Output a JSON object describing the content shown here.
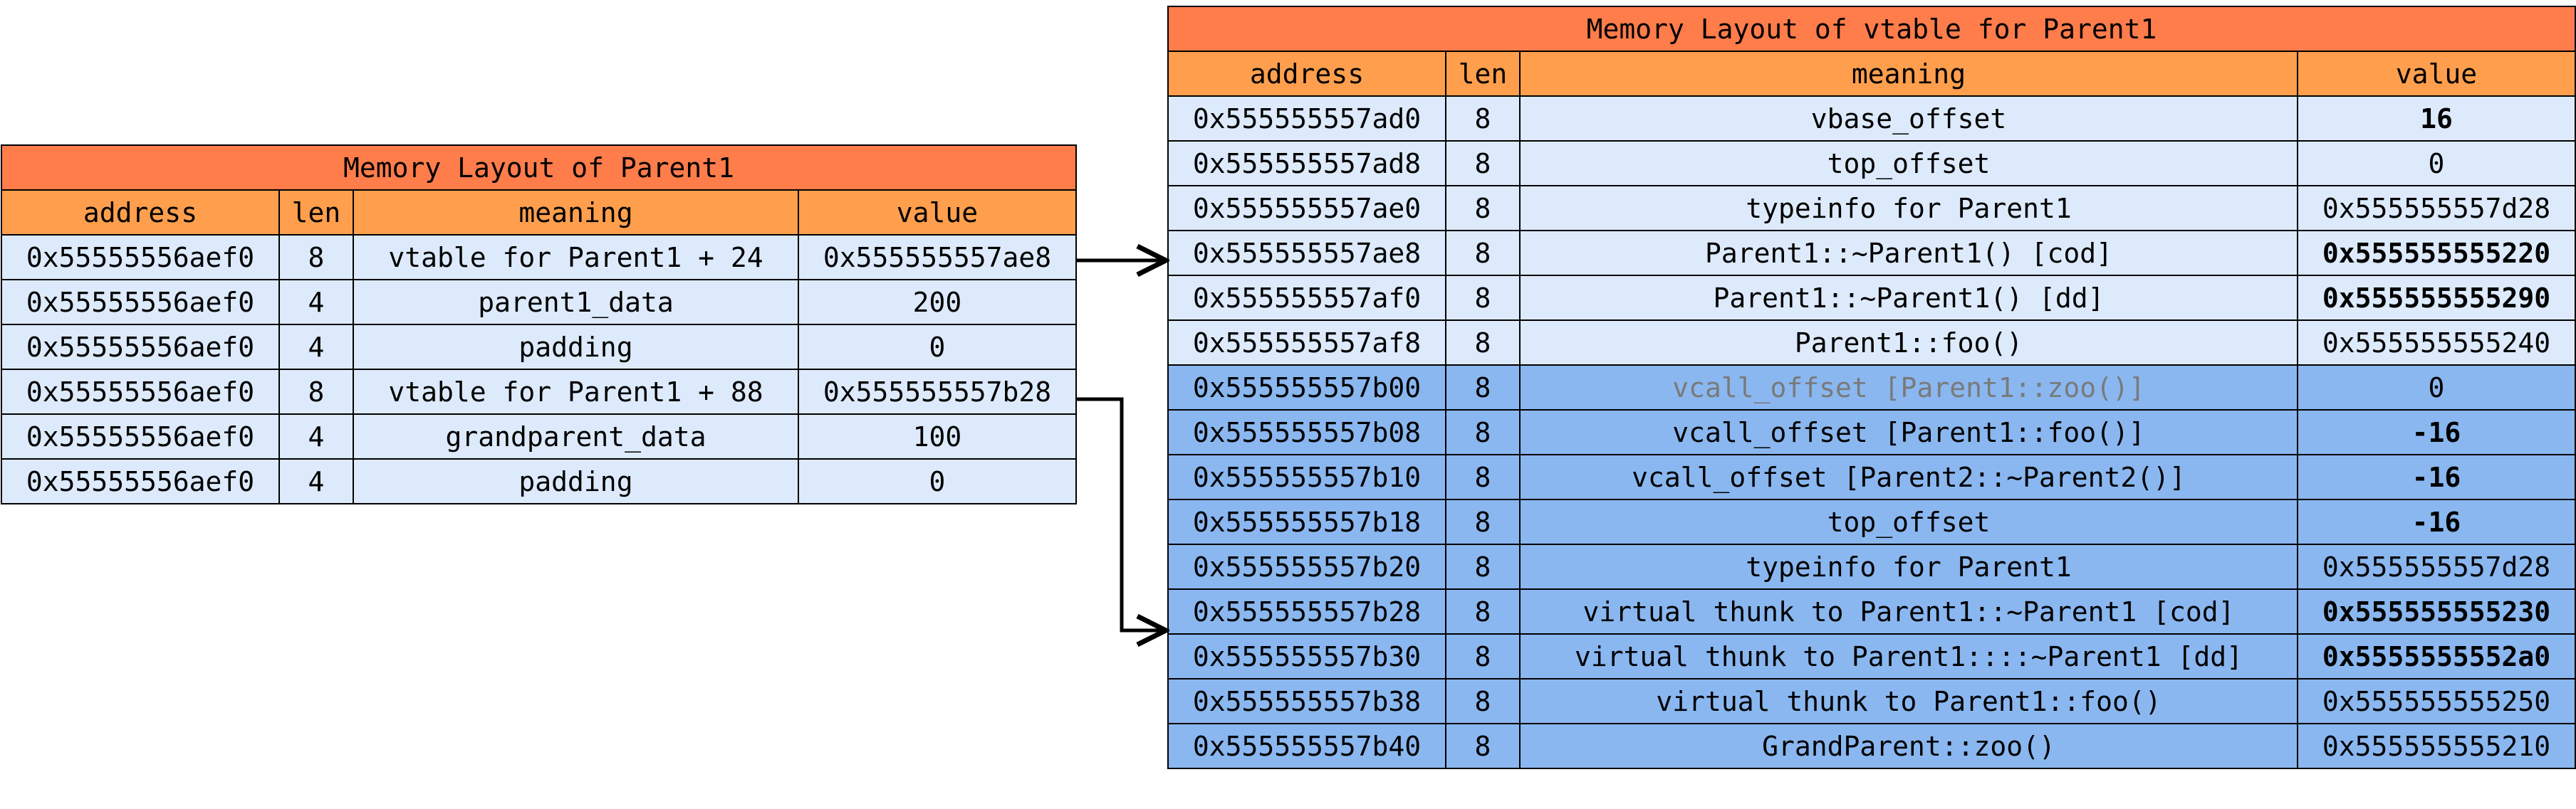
{
  "parent1_table": {
    "title": "Memory Layout of Parent1",
    "headers": [
      "address",
      "len",
      "meaning",
      "value"
    ],
    "rows": [
      {
        "address": "0x55555556aef0",
        "len": "8",
        "meaning": "vtable for Parent1 + 24",
        "value": "0x555555557ae8"
      },
      {
        "address": "0x55555556aef0",
        "len": "4",
        "meaning": "parent1_data",
        "value": "200"
      },
      {
        "address": "0x55555556aef0",
        "len": "4",
        "meaning": "padding",
        "value": "0"
      },
      {
        "address": "0x55555556aef0",
        "len": "8",
        "meaning": "vtable for Parent1 + 88",
        "value": "0x555555557b28"
      },
      {
        "address": "0x55555556aef0",
        "len": "4",
        "meaning": "grandparent_data",
        "value": "100"
      },
      {
        "address": "0x55555556aef0",
        "len": "4",
        "meaning": "padding",
        "value": "0"
      }
    ]
  },
  "vtable_table": {
    "title": "Memory Layout of vtable for Parent1",
    "headers": [
      "address",
      "len",
      "meaning",
      "value"
    ],
    "rows": [
      {
        "address": "0x555555557ad0",
        "len": "8",
        "meaning": "vbase_offset",
        "value": "16"
      },
      {
        "address": "0x555555557ad8",
        "len": "8",
        "meaning": "top_offset",
        "value": "0"
      },
      {
        "address": "0x555555557ae0",
        "len": "8",
        "meaning": "typeinfo for Parent1",
        "value": "0x555555557d28"
      },
      {
        "address": "0x555555557ae8",
        "len": "8",
        "meaning": "Parent1::~Parent1() [cod]",
        "value": "0x555555555220"
      },
      {
        "address": "0x555555557af0",
        "len": "8",
        "meaning": "Parent1::~Parent1() [dd]",
        "value": "0x555555555290"
      },
      {
        "address": "0x555555557af8",
        "len": "8",
        "meaning": "Parent1::foo()",
        "value": "0x555555555240"
      },
      {
        "address": "0x555555557b00",
        "len": "8",
        "meaning": "vcall_offset [Parent1::zoo()]",
        "value": "0"
      },
      {
        "address": "0x555555557b08",
        "len": "8",
        "meaning": "vcall_offset [Parent1::foo()]",
        "value": "-16"
      },
      {
        "address": "0x555555557b10",
        "len": "8",
        "meaning": "vcall_offset [Parent2::~Parent2()]",
        "value": "-16"
      },
      {
        "address": "0x555555557b18",
        "len": "8",
        "meaning": "top_offset",
        "value": "-16"
      },
      {
        "address": "0x555555557b20",
        "len": "8",
        "meaning": "typeinfo for Parent1",
        "value": "0x555555557d28"
      },
      {
        "address": "0x555555557b28",
        "len": "8",
        "meaning": "virtual thunk to Parent1::~Parent1 [cod]",
        "value": "0x555555555230"
      },
      {
        "address": "0x555555557b30",
        "len": "8",
        "meaning": "virtual thunk to Parent1::::~Parent1 [dd]",
        "value": "0x5555555552a0"
      },
      {
        "address": "0x555555557b38",
        "len": "8",
        "meaning": "virtual thunk to Parent1::foo()",
        "value": "0x555555555250"
      },
      {
        "address": "0x555555557b40",
        "len": "8",
        "meaning": "GrandParent::zoo()",
        "value": "0x555555555210"
      }
    ]
  },
  "colors": {
    "title_bg": "#ff7c4b",
    "header_bg": "#ff9f4d",
    "row_light_bg": "#ddeafb",
    "row_dark_bg": "#8ab7f0",
    "muted_text": "#7a7a7a"
  }
}
